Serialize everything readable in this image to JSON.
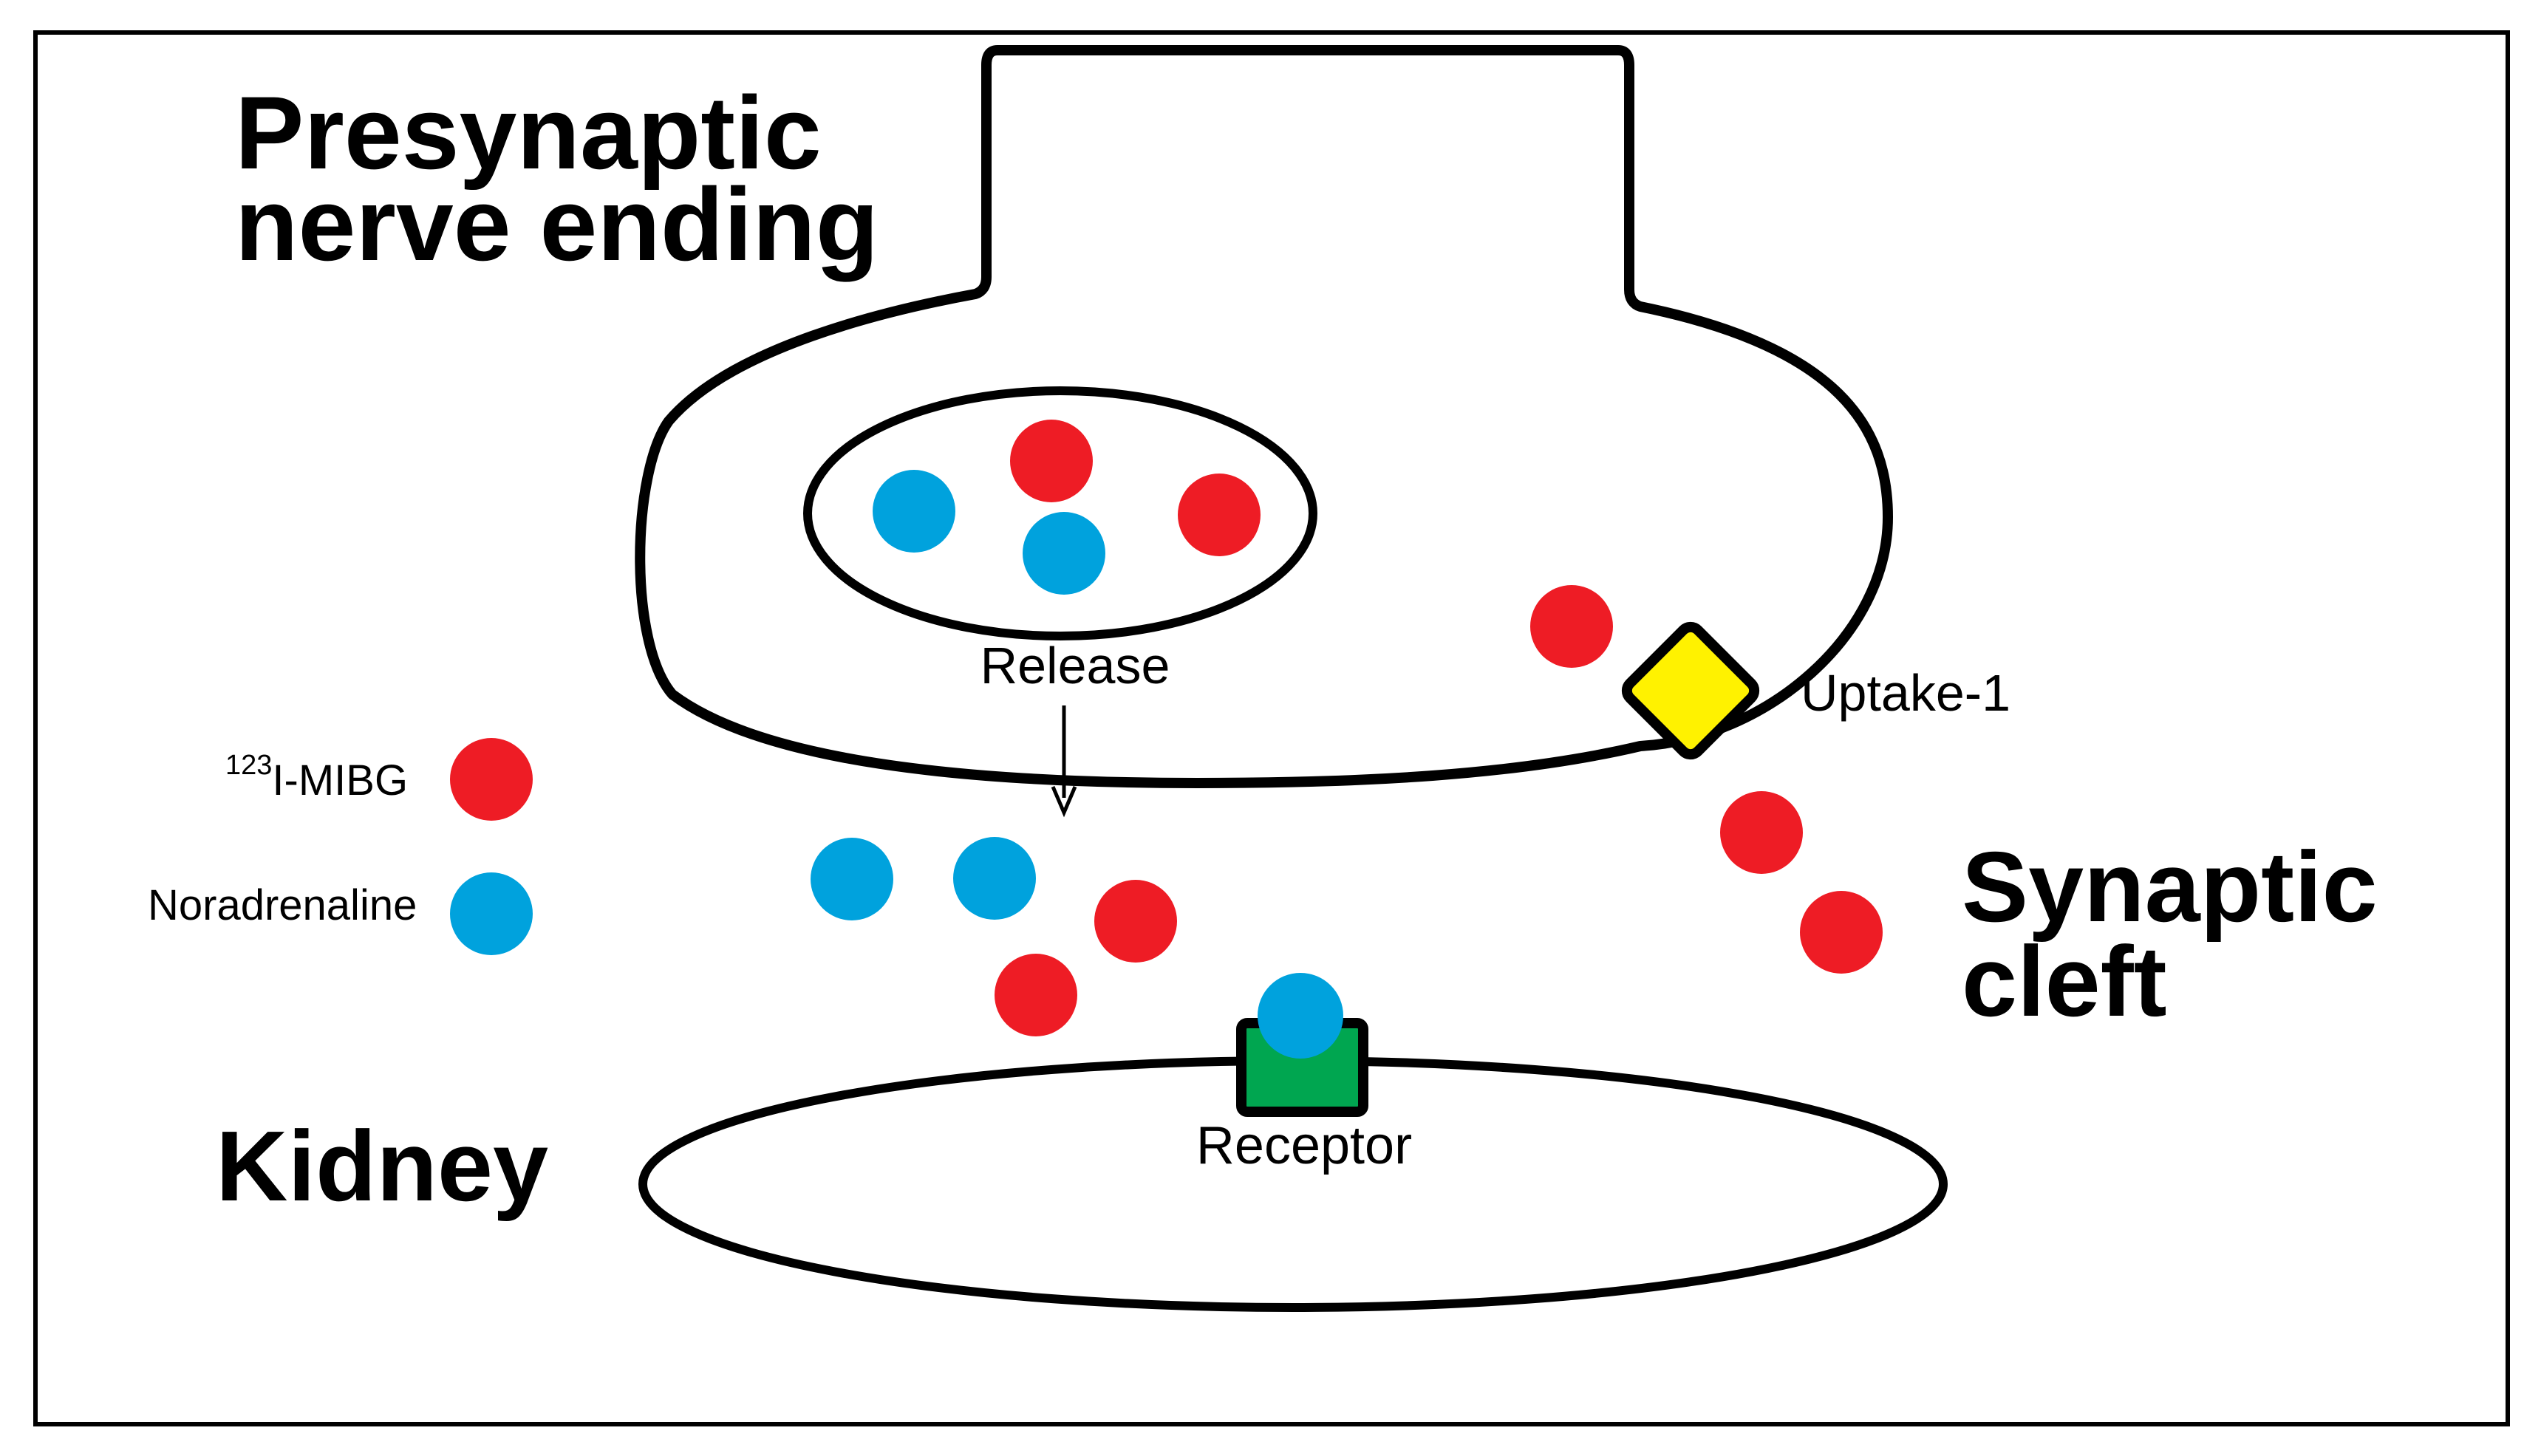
{
  "labels": {
    "presynaptic_line1": "Presynaptic",
    "presynaptic_line2": "nerve ending",
    "release": "Release",
    "uptake": "Uptake-1",
    "synaptic_line1": "Synaptic",
    "synaptic_line2": "cleft",
    "kidney": "Kidney",
    "receptor": "Receptor"
  },
  "legend": {
    "mibg_superscript": "123",
    "mibg_label": "I-MIBG",
    "noradrenaline_label": "Noradrenaline"
  },
  "colors": {
    "mibg": "#ee1c25",
    "noradrenaline": "#00a2dd",
    "uptake_transporter": "#fff200",
    "receptor": "#00a650",
    "outline": "#000000",
    "background": "#ffffff"
  }
}
